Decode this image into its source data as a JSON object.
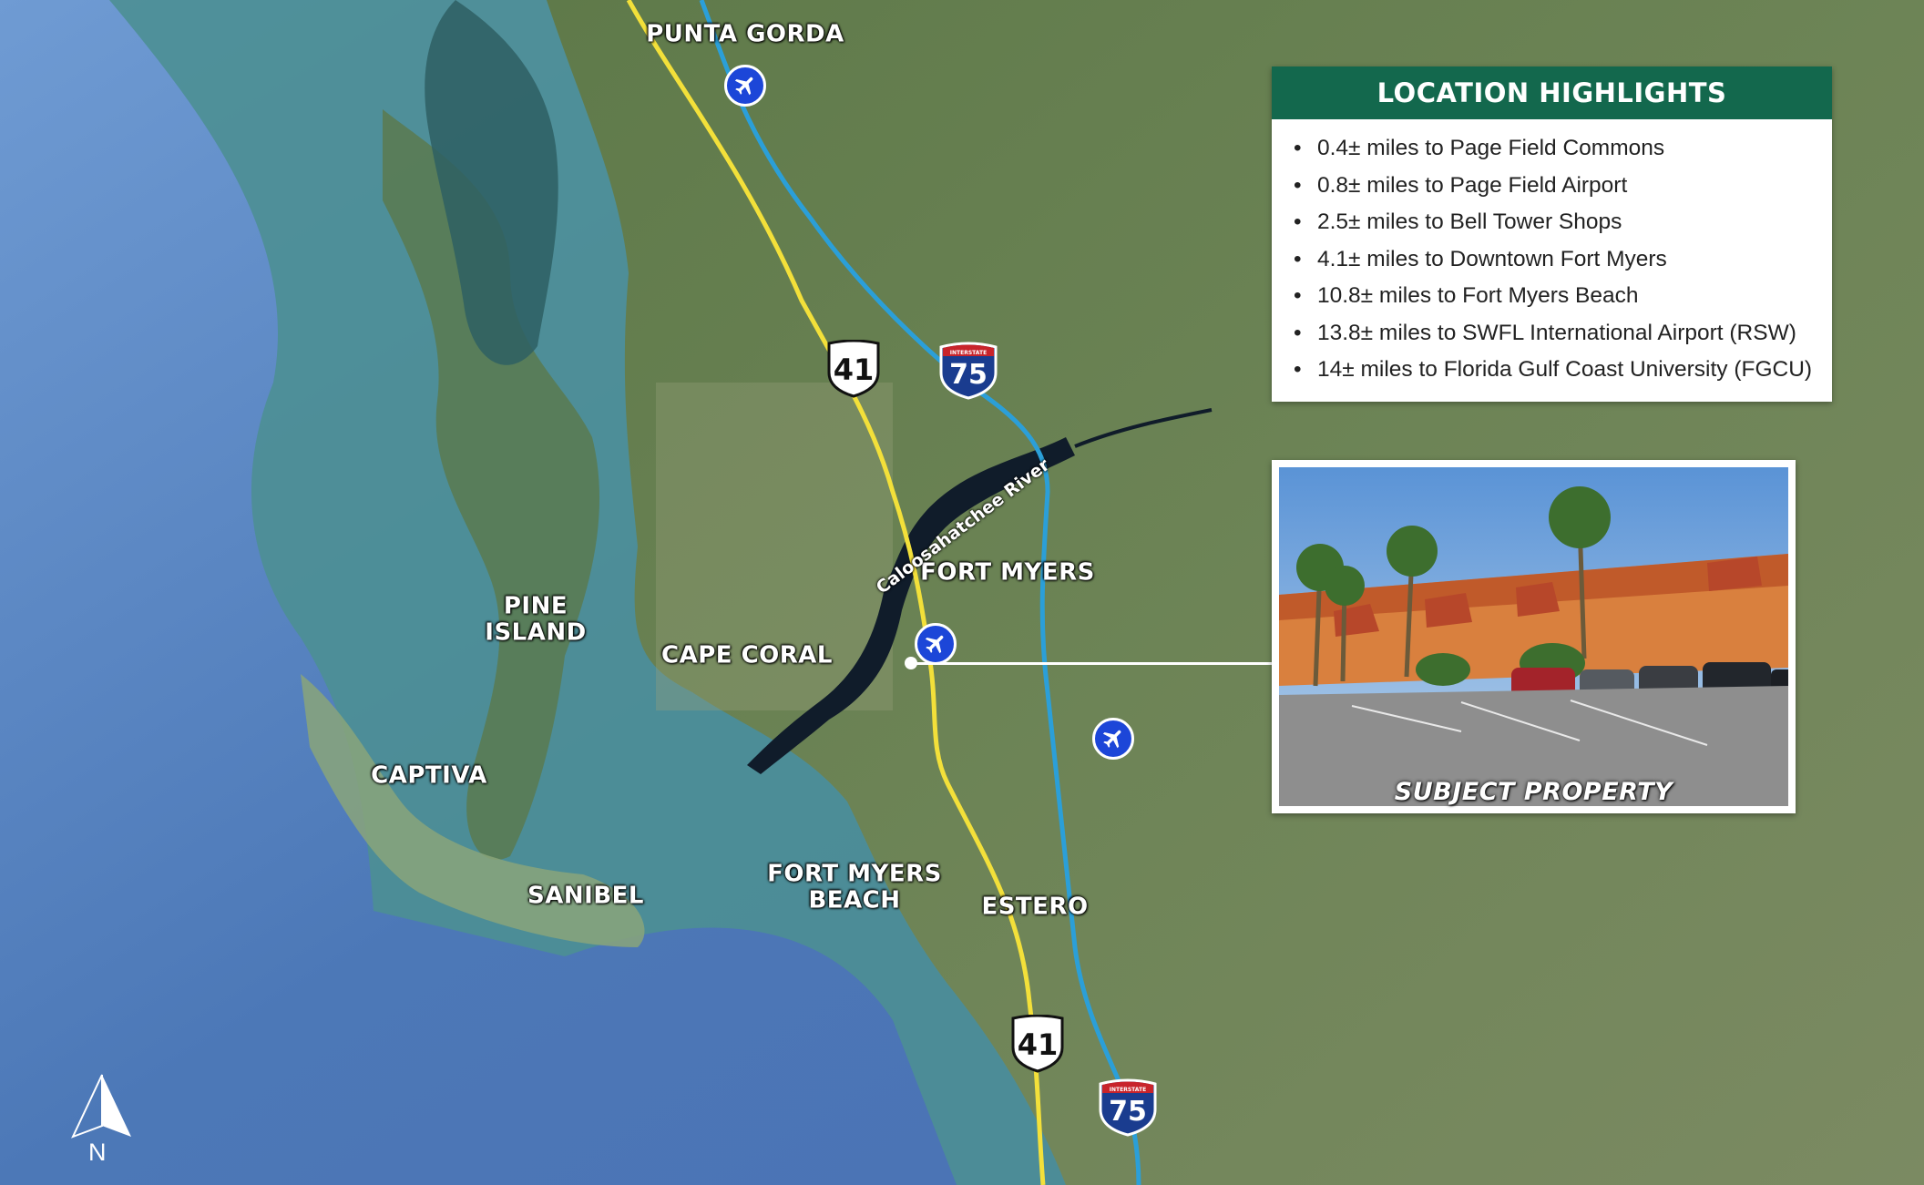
{
  "map": {
    "places": [
      "PUNTA GORDA",
      "FORT MYERS",
      "PINE ISLAND",
      "CAPE CORAL",
      "CAPTIVA",
      "SANIBEL",
      "FORT MYERS BEACH",
      "ESTERO"
    ],
    "pine_island": [
      "PINE",
      "ISLAND"
    ],
    "fort_myers_beach": [
      "FORT MYERS",
      "BEACH"
    ],
    "river": "Caloosahatchee River",
    "us_route": "41",
    "interstate": "75",
    "interstate_word": "INTERSTATE",
    "compass": "N",
    "colors": {
      "highway_us41": "#f3e03a",
      "interstate_i75": "#2b9fd8",
      "airport": "#1c46d8"
    },
    "icons": [
      "airplane-icon",
      "us-route-shield-icon",
      "interstate-shield-icon",
      "north-arrow-icon"
    ]
  },
  "highlights": {
    "title": "LOCATION HIGHLIGHTS",
    "items": [
      "0.4± miles to Page Field Commons",
      "0.8± miles to Page Field Airport",
      "2.5± miles to Bell Tower Shops",
      "4.1± miles to Downtown Fort Myers",
      "10.8± miles to Fort Myers Beach",
      "13.8± miles to SWFL International Airport (RSW)",
      "14± miles to Florida Gulf Coast University (FGCU)"
    ],
    "header_color": "#13684d"
  },
  "subject": {
    "caption": "SUBJECT PROPERTY"
  }
}
